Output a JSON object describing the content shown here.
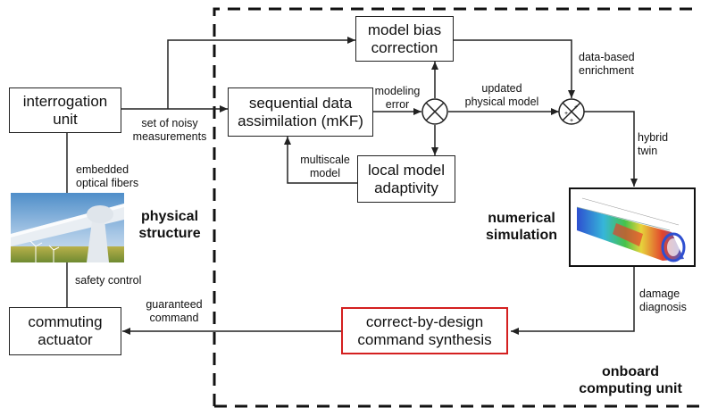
{
  "boxes": {
    "interrogation_unit": "interrogation\nunit",
    "sequential_da": "sequential data\nassimilation (mKF)",
    "model_bias": "model bias\ncorrection",
    "local_model": "local model\nadaptivity",
    "commuting_actuator": "commuting\nactuator",
    "command_synthesis": "correct-by-design\ncommand synthesis"
  },
  "labels": {
    "noisy": "set of noisy\nmeasurements",
    "embedded": "embedded\noptical fibers",
    "modeling_error": "modeling\nerror",
    "updated": "updated\nphysical model",
    "data_based": "data-based\nenrichment",
    "hybrid": "hybrid\ntwin",
    "multiscale": "multiscale\nmodel",
    "safety": "safety control",
    "guaranteed": "guaranteed\ncommand",
    "damage": "damage\ndiagnosis"
  },
  "titles": {
    "physical": "physical\nstructure",
    "numerical": "numerical\nsimulation",
    "onboard": "onboard\ncomputing unit"
  },
  "colors": {
    "border": "#222222",
    "highlight": "#d42020"
  }
}
